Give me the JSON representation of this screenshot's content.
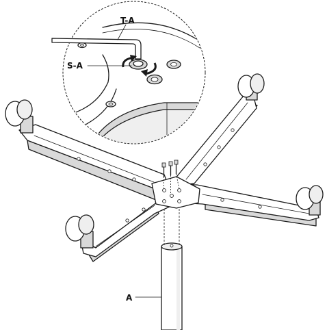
{
  "labels": {
    "tool": "T-A",
    "screw": "S-A",
    "column": "A"
  },
  "colors": {
    "stroke": "#1a1a1a",
    "shade": "#d9d9d9",
    "light": "#efefef",
    "background": "#ffffff"
  }
}
